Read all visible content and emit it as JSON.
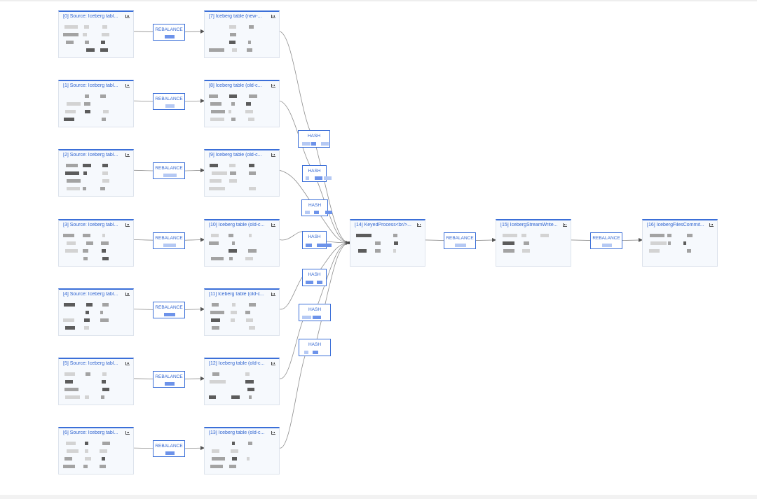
{
  "graph": {
    "nodes": [
      {
        "id": "n0",
        "title": "[0] Source: Iceberg tabl..."
      },
      {
        "id": "n1",
        "title": "[1] Source: Iceberg tabl..."
      },
      {
        "id": "n2",
        "title": "[2] Source: Iceberg tabl..."
      },
      {
        "id": "n3",
        "title": "[3] Source: Iceberg tabl..."
      },
      {
        "id": "n4",
        "title": "[4] Source: Iceberg tabl..."
      },
      {
        "id": "n5",
        "title": "[5] Source: Iceberg tabl..."
      },
      {
        "id": "n6",
        "title": "[6] Source: Iceberg tabl..."
      },
      {
        "id": "n7",
        "title": "[7] Iceberg table (new-..."
      },
      {
        "id": "n8",
        "title": "[8] Iceberg table (old-c..."
      },
      {
        "id": "n9",
        "title": "[9] Iceberg table (old-c..."
      },
      {
        "id": "n10",
        "title": "[10] Iceberg table (old-c..."
      },
      {
        "id": "n11",
        "title": "[11] Iceberg table (old-c..."
      },
      {
        "id": "n12",
        "title": "[12] Iceberg table (old-c..."
      },
      {
        "id": "n13",
        "title": "[13] Iceberg table (old-c..."
      },
      {
        "id": "n14",
        "title": "[14] KeyedProcess<br/>..."
      },
      {
        "id": "n15",
        "title": "[15] IcebergStreamWrite..."
      },
      {
        "id": "n16",
        "title": "[16] IcebergFilesCommit..."
      }
    ],
    "partitions": [
      {
        "id": "r0",
        "label": "REBALANCE"
      },
      {
        "id": "r1",
        "label": "REBALANCE"
      },
      {
        "id": "r2",
        "label": "REBALANCE"
      },
      {
        "id": "r3",
        "label": "REBALANCE"
      },
      {
        "id": "r4",
        "label": "REBALANCE"
      },
      {
        "id": "r5",
        "label": "REBALANCE"
      },
      {
        "id": "r6",
        "label": "REBALANCE"
      },
      {
        "id": "h0",
        "label": "HASH"
      },
      {
        "id": "h1",
        "label": "HASH"
      },
      {
        "id": "h2",
        "label": "HASH"
      },
      {
        "id": "h3",
        "label": "HASH"
      },
      {
        "id": "h4",
        "label": "HASH"
      },
      {
        "id": "h5",
        "label": "HASH"
      },
      {
        "id": "h6",
        "label": "HASH"
      },
      {
        "id": "r14",
        "label": "REBALANCE"
      },
      {
        "id": "r15",
        "label": "REBALANCE"
      }
    ],
    "edges": [
      {
        "from": "n0",
        "to": "n7",
        "ship": "r0"
      },
      {
        "from": "n1",
        "to": "n8",
        "ship": "r1"
      },
      {
        "from": "n2",
        "to": "n9",
        "ship": "r2"
      },
      {
        "from": "n3",
        "to": "n10",
        "ship": "r3"
      },
      {
        "from": "n4",
        "to": "n11",
        "ship": "r4"
      },
      {
        "from": "n5",
        "to": "n12",
        "ship": "r5"
      },
      {
        "from": "n6",
        "to": "n13",
        "ship": "r6"
      },
      {
        "from": "n7",
        "to": "n14",
        "ship": "h0"
      },
      {
        "from": "n8",
        "to": "n14",
        "ship": "h1"
      },
      {
        "from": "n9",
        "to": "n14",
        "ship": "h2"
      },
      {
        "from": "n10",
        "to": "n14",
        "ship": "h3"
      },
      {
        "from": "n11",
        "to": "n14",
        "ship": "h4"
      },
      {
        "from": "n12",
        "to": "n14",
        "ship": "h5"
      },
      {
        "from": "n13",
        "to": "n14",
        "ship": "h6"
      },
      {
        "from": "n14",
        "to": "n15",
        "ship": "r14"
      },
      {
        "from": "n15",
        "to": "n16",
        "ship": "r15"
      }
    ],
    "icons": {
      "metrics": "bar-chart-icon",
      "arrow": "arrow-head-icon"
    },
    "colors": {
      "accent": "#3b6fd8",
      "title_text": "#2e63d0",
      "node_bg": "#f6f9fd",
      "edge": "#8f8f8f"
    }
  }
}
